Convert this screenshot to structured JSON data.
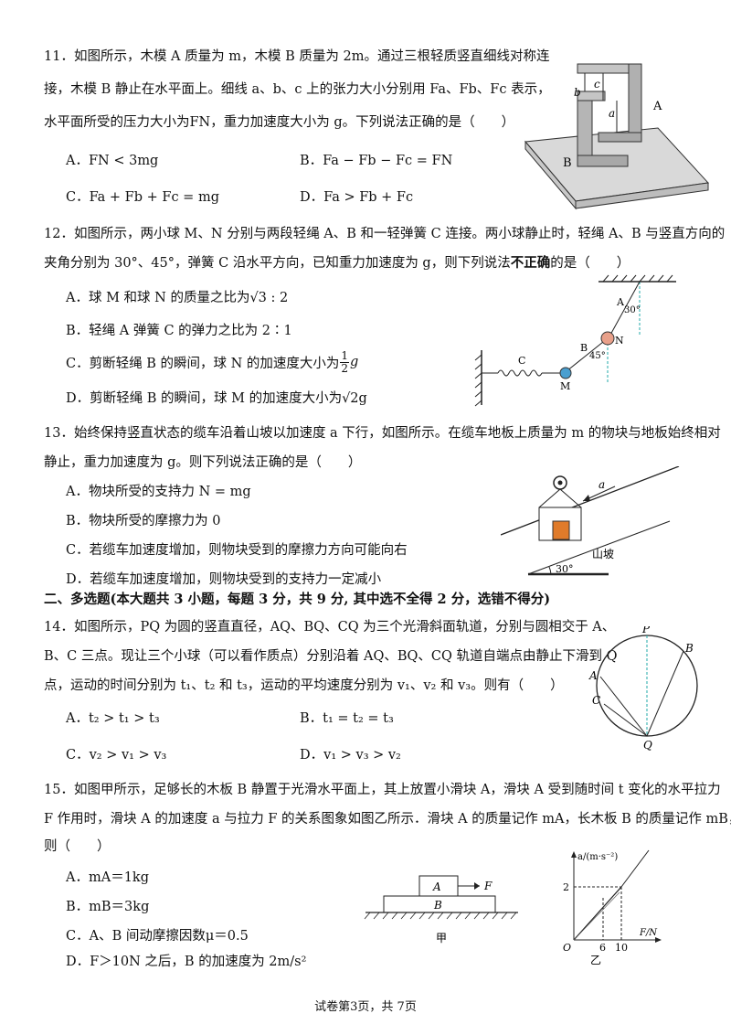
{
  "q11": {
    "line1": "11．如图所示，木模 A 质量为 m，木模 B 质量为 2m。通过三根轻质竖直细线对称连",
    "line2": "接，木模 B 静止在水平面上。细线 a、b、c 上的张力大小分别用 Fa、Fb、Fc 表示，",
    "line3": "水平面所受的压力大小为FN，重力加速度大小为 g。下列说法正确的是（　　）",
    "optA": "A．FN < 3mg",
    "optB": "B．Fa − Fb − Fc = FN",
    "optC": "C．Fa + Fb + Fc = mg",
    "optD": "D．Fa > Fb + Fc",
    "fig": {
      "label_a": "a",
      "label_b": "b",
      "label_c": "c",
      "label_A": "A",
      "label_B": "B"
    }
  },
  "q12": {
    "line1": "12．如图所示，两小球 M、N 分别与两段轻绳 A、B 和一轻弹簧 C 连接。两小球静止时，轻绳 A、B 与竖直方向的",
    "line2_pre": "夹角分别为 30°、45°，弹簧 C 沿水平方向，已知重力加速度为 g，则下列说法",
    "line2_bold": "不正确",
    "line2_post": "的是（　　）",
    "optA": "A．球 M 和球 N 的质量之比为√3 : 2",
    "optB": "B．轻绳 A 弹簧 C 的弹力之比为 2∶1",
    "optC_pre": "C．剪断轻绳 B 的瞬间，球 N 的加速度大小为",
    "optC_num": "1",
    "optC_den": "2",
    "optC_post": "g",
    "optD": "D．剪断轻绳 B 的瞬间，球 M 的加速度大小为√2g",
    "fig": {
      "label_A": "A",
      "label_B": "B",
      "label_C": "C",
      "label_N": "N",
      "label_M": "M",
      "angle30": "30°",
      "angle45": "45°"
    }
  },
  "q13": {
    "line1": "13．始终保持竖直状态的缆车沿着山坡以加速度 a 下行，如图所示。在缆车地板上质量为 m 的物块与地板始终相对",
    "line2": "静止，重力加速度为 g。则下列说法正确的是（　　）",
    "optA": "A．物块所受的支持力 N = mg",
    "optB": "B．物块所受的摩擦力为 0",
    "optC": "C．若缆车加速度增加，则物块受到的摩擦力方向可能向右",
    "optD": "D．若缆车加速度增加，则物块受到的支持力一定减小",
    "fig": {
      "label_a": "a",
      "angle": "30°",
      "slope": "山坡"
    }
  },
  "section2": "二、多选题(本大题共 3 小题，每题 3 分，共 9 分, 其中选不全得 2 分，选错不得分)",
  "q14": {
    "line1": "14．如图所示，PQ 为圆的竖直直径，AQ、BQ、CQ 为三个光滑斜面轨道，分别与圆相交于 A、",
    "line2": "B、C 三点。现让三个小球（可以看作质点）分别沿着 AQ、BQ、CQ 轨道自端点由静止下滑到 Q",
    "line3": "点，运动的时间分别为 t₁、t₂ 和 t₃，运动的平均速度分别为 v₁、v₂ 和 v₃。则有（　　）",
    "optA": "A．t₂ > t₁ > t₃",
    "optB": "B．t₁ = t₂ = t₃",
    "optC": "C．v₂ > v₁ > v₃",
    "optD": "D．v₁ > v₃ > v₂",
    "fig": {
      "P": "P",
      "B": "B",
      "A": "A",
      "C": "C",
      "Q": "Q"
    }
  },
  "q15": {
    "line1": "15．如图甲所示，足够长的木板 B 静置于光滑水平面上，其上放置小滑块 A，滑块 A 受到随时间 t 变化的水平拉力",
    "line2": "F 作用时，滑块 A 的加速度 a 与拉力 F 的关系图象如图乙所示．滑块 A 的质量记作 mA，长木板 B 的质量记作 mB，",
    "line3": "则（　　）",
    "optA": "A．mA＝1kg",
    "optB": "B．mB＝3kg",
    "optC": "C．A、B 间动摩擦因数μ＝0.5",
    "optD": "D．F＞10N 之后，B 的加速度为 2m/s²",
    "fig_jia": {
      "A": "A",
      "F": "F",
      "B": "B",
      "caption": "甲"
    },
    "fig_yi": {
      "ylabel": "a/(m·s⁻²)",
      "xlabel": "F/N",
      "origin": "O",
      "y2": "2",
      "x6": "6",
      "x10": "10",
      "caption": "乙"
    }
  },
  "footer": "试卷第3页，共 7页"
}
